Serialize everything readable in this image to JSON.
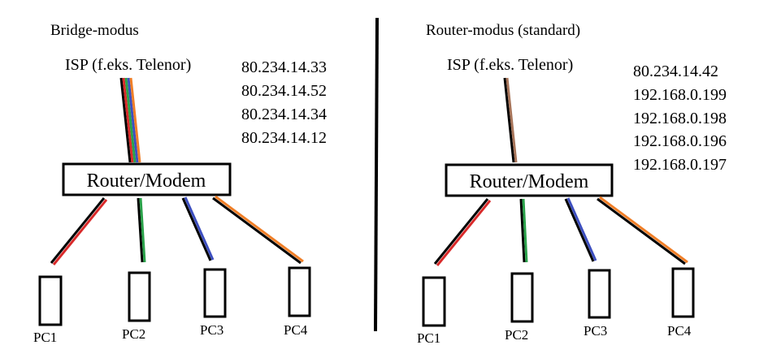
{
  "bridge": {
    "title": "Bridge-modus",
    "isp": "ISP (f.eks. Telenor)",
    "router": "Router/Modem",
    "ips": [
      {
        "text": "80.234.14.33",
        "color": "#d92a2a"
      },
      {
        "text": "80.234.14.52",
        "color": "#2aa24a"
      },
      {
        "text": "80.234.14.34",
        "color": "#3d4fc0"
      },
      {
        "text": "80.234.14.12",
        "color": "#f07f28"
      }
    ],
    "pcs": [
      "PC1",
      "PC2",
      "PC3",
      "PC4"
    ],
    "link_colors": [
      "#d92a2a",
      "#2aa24a",
      "#3d4fc0",
      "#f07f28"
    ]
  },
  "router": {
    "title": "Router-modus (standard)",
    "isp": "ISP (f.eks. Telenor)",
    "router": "Router/Modem",
    "ips": [
      {
        "text": "80.234.14.42",
        "color": "#a8755a"
      },
      {
        "text": "192.168.0.199",
        "color": "#d92a2a"
      },
      {
        "text": "192.168.0.198",
        "color": "#2aa24a"
      },
      {
        "text": "192.168.0.196",
        "color": "#3d4fc0"
      },
      {
        "text": "192.168.0.197",
        "color": "#f07f28"
      }
    ],
    "pcs": [
      "PC1",
      "PC2",
      "PC3",
      "PC4"
    ],
    "link_colors": [
      "#d92a2a",
      "#2aa24a",
      "#3d4fc0",
      "#f07f28"
    ],
    "uplink_color": "#a8755a"
  }
}
